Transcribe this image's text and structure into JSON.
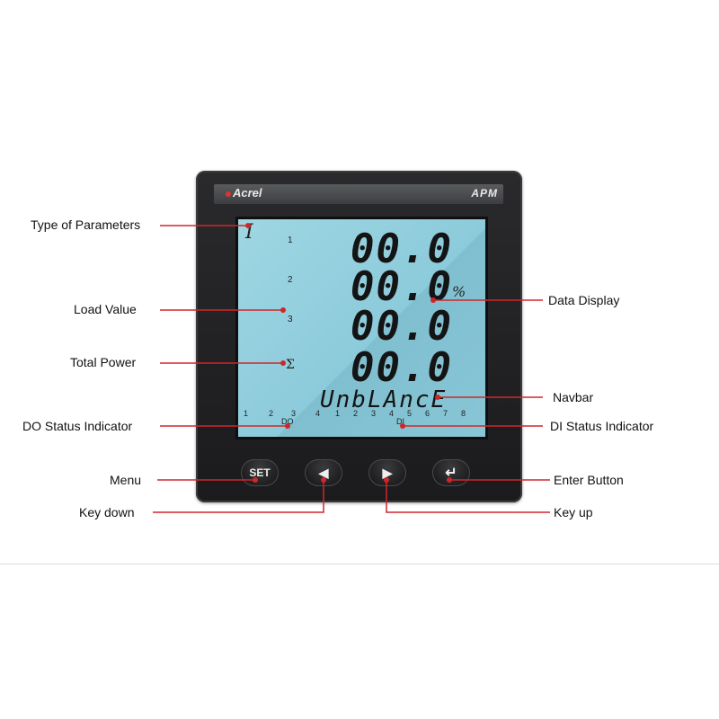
{
  "device": {
    "brand": "Acrel",
    "model": "APM",
    "display": {
      "param_symbol": "I",
      "rows": [
        {
          "index": "1",
          "value": "00.0"
        },
        {
          "index": "2",
          "value": "00.0"
        },
        {
          "index": "3",
          "value": "00.0"
        },
        {
          "index": "",
          "value": "00.0"
        }
      ],
      "sigma_symbol": "Σ",
      "unit": "%",
      "navbar_text": "UnbLAncE",
      "do_numbers": [
        "1",
        "2",
        "3",
        "4"
      ],
      "do_label": "DO",
      "di_numbers": [
        "1",
        "2",
        "3",
        "4",
        "5",
        "6",
        "7",
        "8"
      ],
      "di_label": "DI"
    },
    "buttons": {
      "set": "SET",
      "left": "◀",
      "right": "▶",
      "enter": "↵"
    }
  },
  "labels": {
    "type_of_parameters": "Type of Parameters",
    "load_value": "Load Value",
    "total_power": "Total Power",
    "do_status": "DO Status Indicator",
    "menu": "Menu",
    "key_down": "Key down",
    "data_display": "Data Display",
    "navbar": "Navbar",
    "di_status": "DI Status Indicator",
    "enter_button": "Enter Button",
    "key_up": "Key up"
  },
  "colors": {
    "callout": "#d0262a",
    "lcd": "#9fd6e2",
    "device": "#1f1f21"
  }
}
